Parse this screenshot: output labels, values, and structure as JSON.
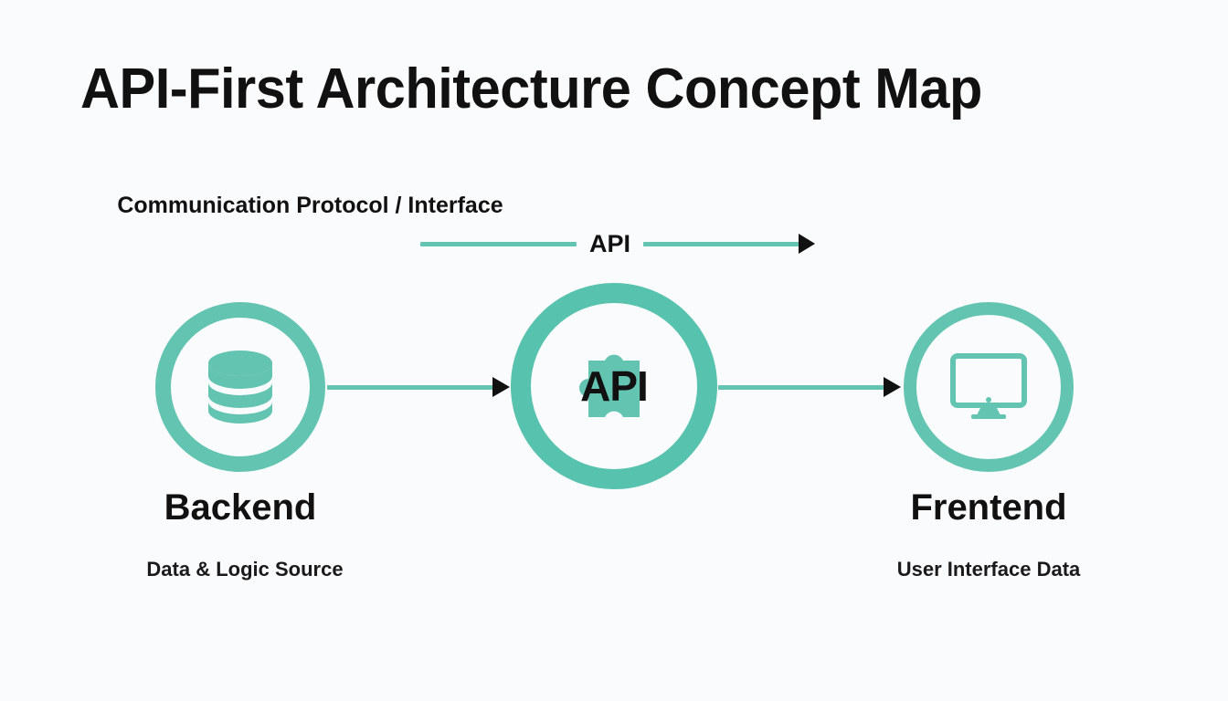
{
  "page": {
    "title": "API-First Architecture Concept Map",
    "background_color": "#fafbfc",
    "accent_color": "#63c4b1",
    "text_color": "#111111"
  },
  "protocol": {
    "caption": "Communication Protocol / Interface",
    "label": "API",
    "arrow_direction": "right"
  },
  "nodes": [
    {
      "id": "backend",
      "icon": "database-icon",
      "title": "Backend",
      "subtitle": "Data & Logic Source",
      "ring_color": "#63c4b1"
    },
    {
      "id": "api",
      "icon": "puzzle-piece-icon",
      "title": "API",
      "subtitle": "",
      "ring_color": "#57c2ae"
    },
    {
      "id": "frontend",
      "icon": "monitor-icon",
      "title": "Frentend",
      "subtitle": "User Interface Data",
      "ring_color": "#63c4b1"
    }
  ],
  "connectors": [
    {
      "id": "backend-to-api",
      "from": "backend",
      "to": "api",
      "line_color": "#63c4b1",
      "head_color": "#111111"
    },
    {
      "id": "api-to-frontend",
      "from": "api",
      "to": "frontend",
      "line_color": "#63c4b1",
      "head_color": "#111111"
    }
  ]
}
